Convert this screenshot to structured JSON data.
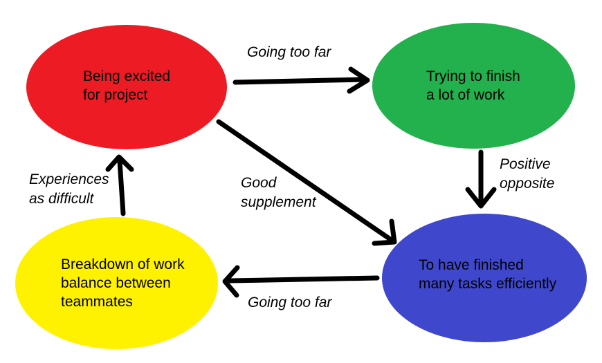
{
  "diagram": {
    "background_color": "#ffffff",
    "arrow_color": "#000000",
    "text_color": "#000000",
    "nodes": [
      {
        "id": "being-excited",
        "label": "Being excited\nfor project",
        "color": "#ED1C24"
      },
      {
        "id": "trying-finish",
        "label": "Trying to finish\na lot of work",
        "color": "#22B14C"
      },
      {
        "id": "finished-tasks",
        "label": "To have finished\nmany tasks efficiently",
        "color": "#3F48CC"
      },
      {
        "id": "work-breakdown",
        "label": "Breakdown of work\nbalance between\nteammates",
        "color": "#FFF200"
      }
    ],
    "edges": [
      {
        "from": "being-excited",
        "to": "trying-finish",
        "label": "Going too far"
      },
      {
        "from": "trying-finish",
        "to": "finished-tasks",
        "label": "Positive\nopposite"
      },
      {
        "from": "being-excited",
        "to": "finished-tasks",
        "label": "Good\nsupplement"
      },
      {
        "from": "finished-tasks",
        "to": "work-breakdown",
        "label": "Going too far"
      },
      {
        "from": "work-breakdown",
        "to": "being-excited",
        "label": "Experiences\nas difficult"
      }
    ]
  }
}
